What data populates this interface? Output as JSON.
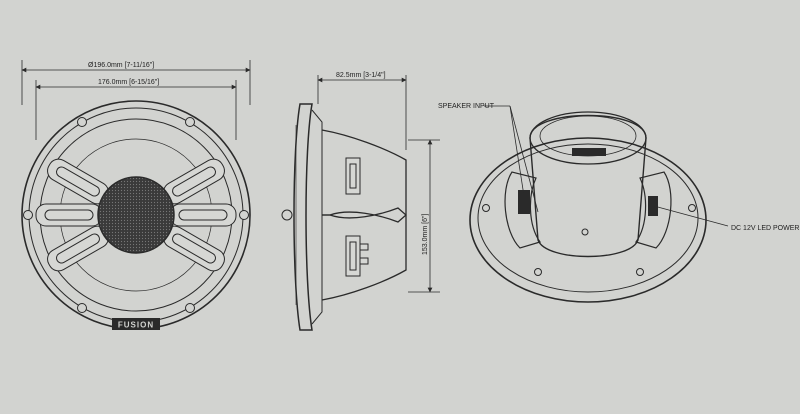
{
  "front_view": {
    "outer_diameter_label": "Ø196.0mm   [7-11/16\"]",
    "inner_diameter_label": "176.0mm   [6-15/16\"]",
    "logo_text": "FUSION"
  },
  "side_view": {
    "depth_label": "82.5mm  [3-1/4\"]",
    "height_label": "153.0mm  [6\"]"
  },
  "rear_view": {
    "speaker_input_label": "SPEAKER INPUT",
    "led_power_label": "DC 12V LED POWER"
  },
  "colors": {
    "background": "#d2d3d0",
    "line": "#2a2a2a"
  }
}
